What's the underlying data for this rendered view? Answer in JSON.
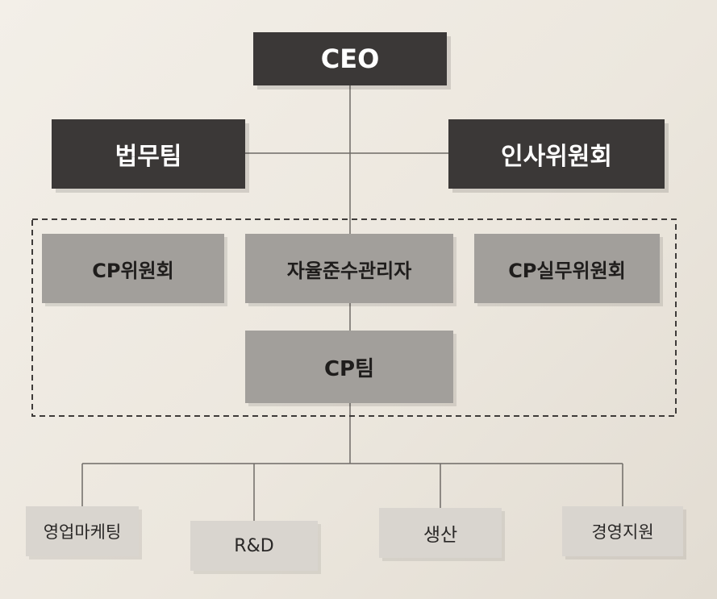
{
  "org_chart": {
    "ceo": "CEO",
    "legal_team": "법무팀",
    "hr_committee": "인사위원회",
    "cp_committee": "CP위원회",
    "compliance_manager": "자율준수관리자",
    "cp_working_committee": "CP실무위원회",
    "cp_team": "CP팀",
    "departments": [
      "영업마케팅",
      "R&D",
      "생산",
      "경영지원"
    ]
  },
  "colors": {
    "dark_box": "#3b3837",
    "mid_box": "#a29f9b",
    "light_box": "#d9d5cf",
    "line": "#6e6a66"
  }
}
